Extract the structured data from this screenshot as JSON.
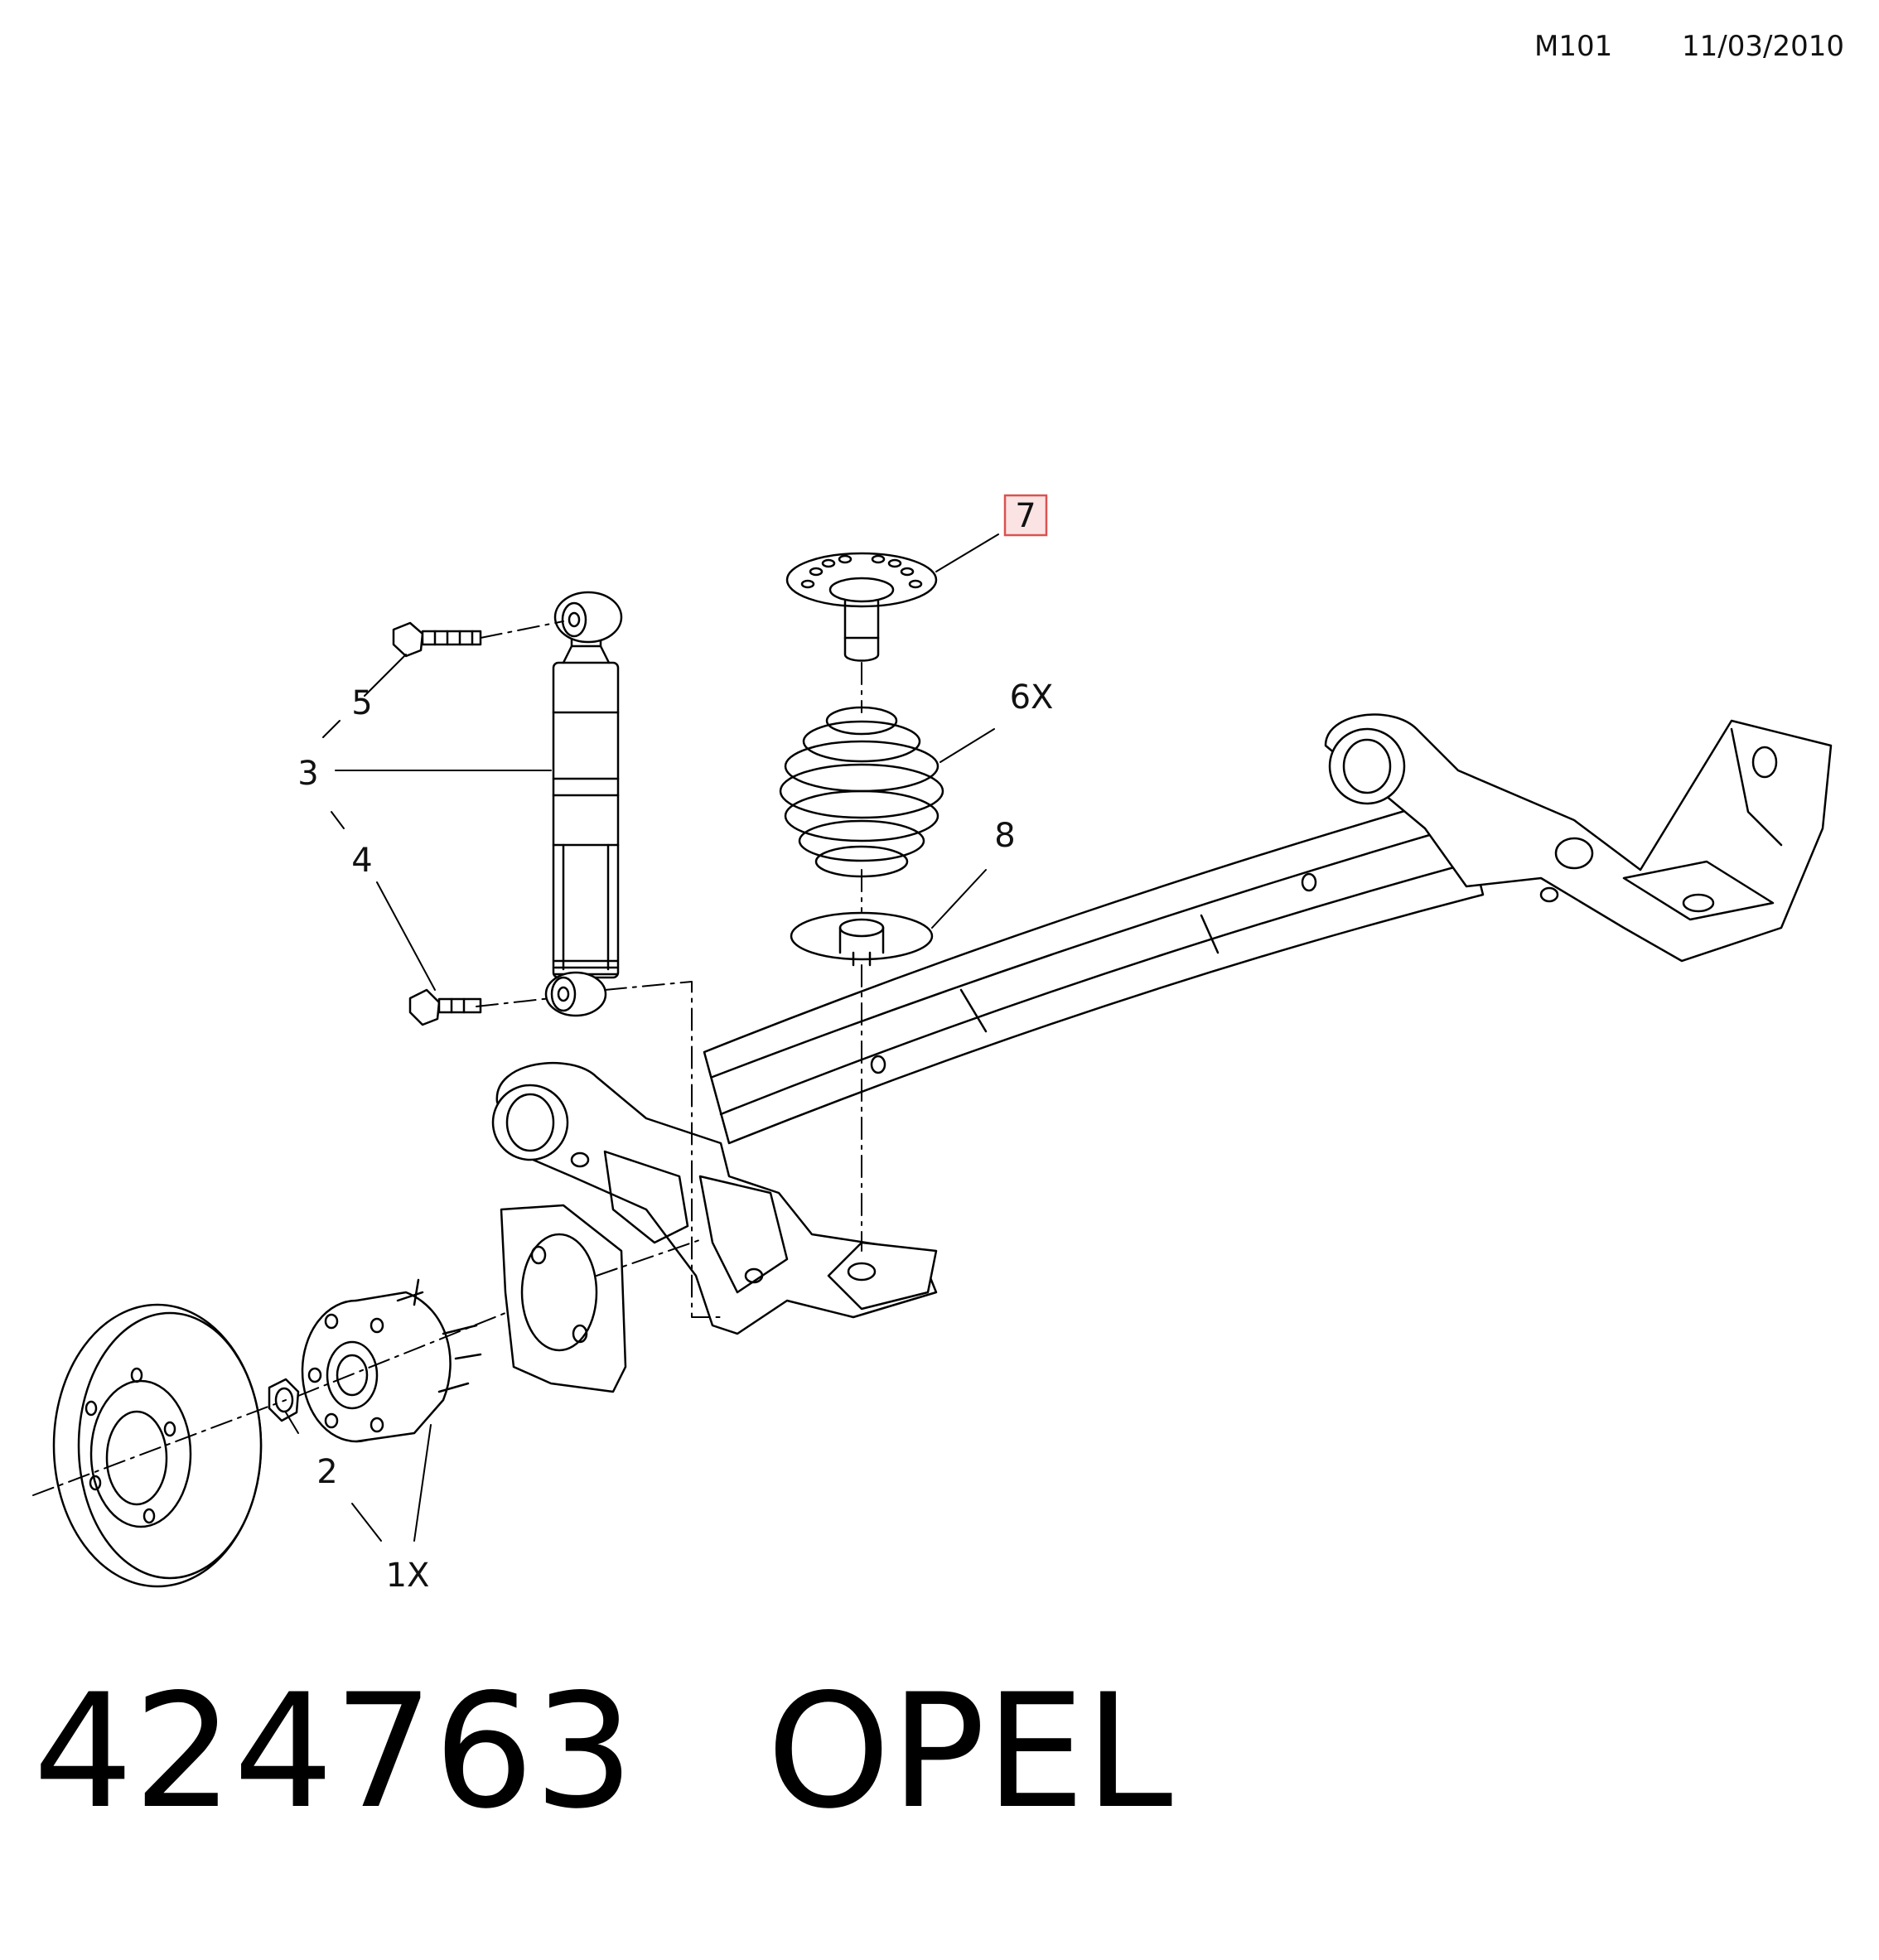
{
  "header": {
    "code": "M101",
    "date": "11/03/2010"
  },
  "callouts": {
    "c1": "1X",
    "c2": "2",
    "c3": "3",
    "c4": "4",
    "c5": "5",
    "c6": "6X",
    "c7": "7",
    "c8": "8"
  },
  "highlight": {
    "callout": "7",
    "border_color": "#d9534f",
    "fill_color": "#fbe3e3"
  },
  "footer": {
    "part_number": "424763",
    "brand": "OPEL"
  }
}
